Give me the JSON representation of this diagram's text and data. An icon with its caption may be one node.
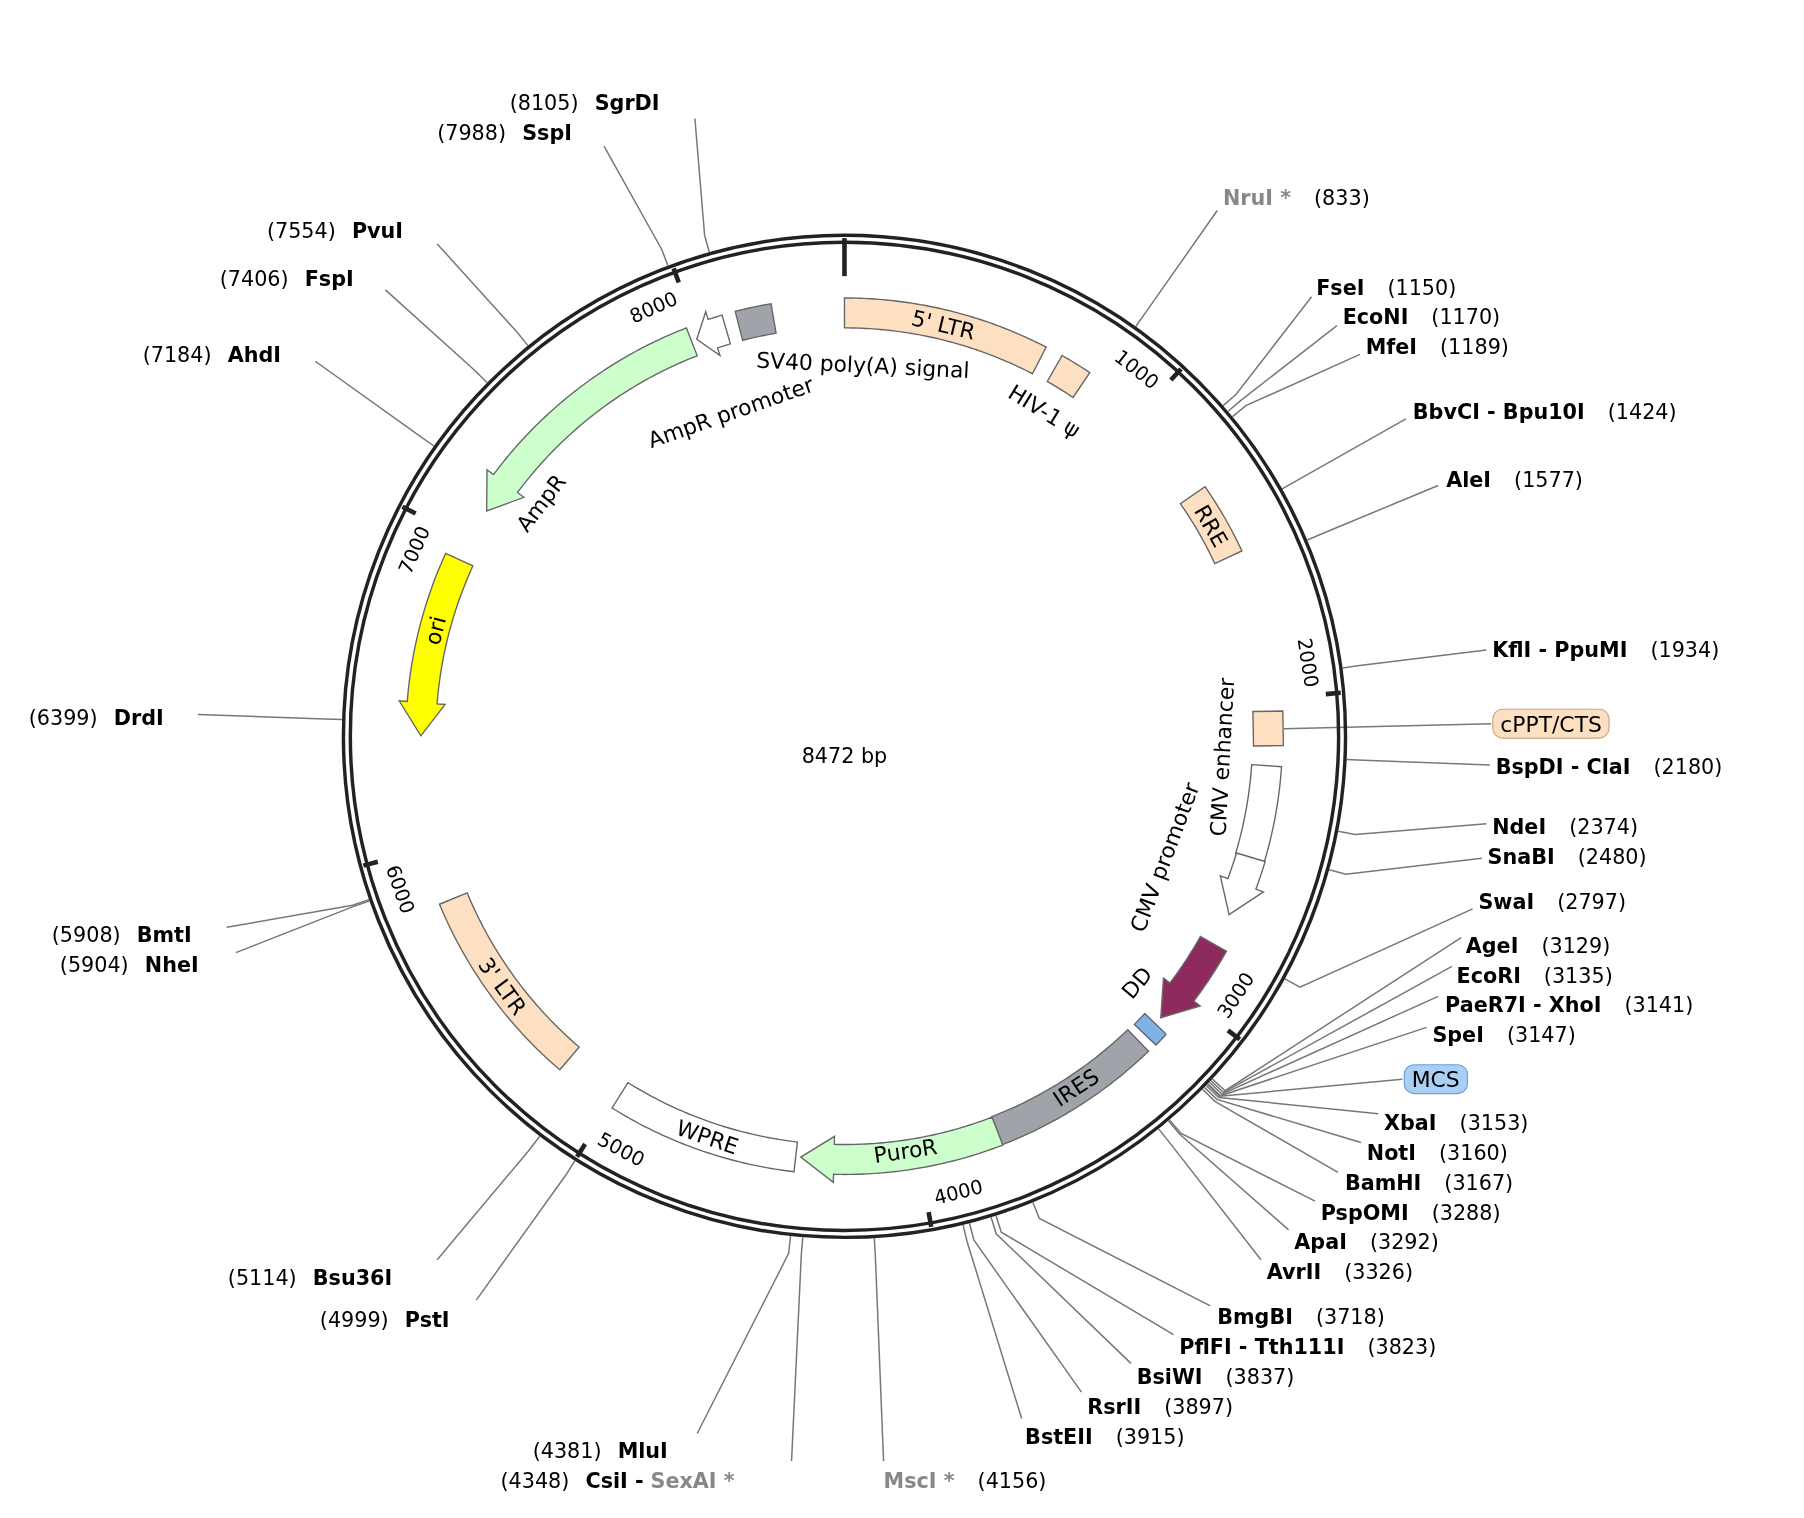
{
  "diagram": {
    "nodes": [
      {
        "text": [
          "8472 bp"
        ]
      },
      {
        "text": [
          "5' LTR"
        ],
        "in": 0
      },
      {
        "text": [
          "HIV-1 ψ"
        ],
        "in": 0
      },
      {
        "text": [
          "RRE"
        ],
        "in": 0
      },
      {
        "text": [],
        "shape": "box",
        "in": 0
      },
      {
        "text": [
          "cPPT/CTS"
        ]
      },
      {
        "text": [
          "CMV enhancer"
        ],
        "in": 0
      },
      {
        "text": [
          "CMV promoter"
        ],
        "in": 0
      },
      {
        "text": [
          "DD"
        ],
        "in": 0
      },
      {
        "text": [],
        "shape": "box",
        "in": 0
      },
      {
        "text": [
          "MCS"
        ]
      },
      {
        "text": [
          "IRES"
        ],
        "in": 0
      },
      {
        "text": [
          "PuroR"
        ],
        "in": 0
      },
      {
        "text": [
          "WPRE"
        ],
        "in": 0
      },
      {
        "text": [
          "3' LTR"
        ],
        "in": 0
      },
      {
        "text": [
          "ori"
        ],
        "in": 0
      },
      {
        "text": [
          "AmpR"
        ],
        "in": 0
      },
      {
        "text": [
          "AmpR promoter"
        ],
        "in": 0
      },
      {
        "text": [
          "SV40 poly(A) signal"
        ],
        "in": 0
      },
      {
        "text": [
          "NruI *",
          "(833)"
        ]
      },
      {
        "text": [
          "FseI",
          "(1150)"
        ]
      },
      {
        "text": [
          "EcoNI",
          "(1170)"
        ]
      },
      {
        "text": [
          "MfeI",
          "(1189)"
        ]
      },
      {
        "text": [
          "BbvCI - Bpu10I",
          "(1424)"
        ]
      },
      {
        "text": [
          "AleI",
          "(1577)"
        ]
      },
      {
        "text": [
          "KflI - PpuMI",
          "(1934)"
        ]
      },
      {
        "text": [
          "BspDI - ClaI",
          "(2180)"
        ]
      },
      {
        "text": [
          "NdeI",
          "(2374)"
        ]
      },
      {
        "text": [
          "SnaBI",
          "(2480)"
        ]
      },
      {
        "text": [
          "SwaI",
          "(2797)"
        ]
      },
      {
        "text": [
          "AgeI",
          "(3129)"
        ]
      },
      {
        "text": [
          "EcoRI",
          "(3135)"
        ]
      },
      {
        "text": [
          "PaeR7I - XhoI",
          "(3141)"
        ]
      },
      {
        "text": [
          "SpeI",
          "(3147)"
        ]
      },
      {
        "text": [
          "XbaI",
          "(3153)"
        ]
      },
      {
        "text": [
          "NotI",
          "(3160)"
        ]
      },
      {
        "text": [
          "BamHI",
          "(3167)"
        ]
      },
      {
        "text": [
          "PspOMI",
          "(3288)"
        ]
      },
      {
        "text": [
          "ApaI",
          "(3292)"
        ]
      },
      {
        "text": [
          "AvrII",
          "(3326)"
        ]
      },
      {
        "text": [
          "BmgBI",
          "(3718)"
        ]
      },
      {
        "text": [
          "PflFI - Tth111I",
          "(3823)"
        ]
      },
      {
        "text": [
          "BsiWI",
          "(3837)"
        ]
      },
      {
        "text": [
          "RsrII",
          "(3897)"
        ]
      },
      {
        "text": [
          "BstEII",
          "(3915)"
        ]
      },
      {
        "text": [
          "MscI *",
          "(4156)"
        ]
      },
      {
        "text": [
          "(4348)",
          "CsiI -",
          "SexAI *"
        ]
      },
      {
        "text": [
          "(4381)",
          "MluI"
        ]
      },
      {
        "text": [
          "(4999)",
          "PstI"
        ]
      },
      {
        "text": [
          "(5114)",
          "Bsu36I"
        ]
      },
      {
        "text": [
          "(5904)",
          "NheI"
        ]
      },
      {
        "text": [
          "(5908)",
          "BmtI"
        ]
      },
      {
        "text": [
          "(6399)",
          "DrdI"
        ]
      },
      {
        "text": [
          "(7184)",
          "AhdI"
        ]
      },
      {
        "text": [
          "(7406)",
          "FspI"
        ]
      },
      {
        "text": [
          "(7554)",
          "PvuI"
        ]
      },
      {
        "text": [
          "(7988)",
          "SspI"
        ]
      },
      {
        "text": [
          "(8105)",
          "SgrDI"
        ]
      }
    ],
    "edges": [
      {
        "from": 5,
        "to": 4,
        "arrow": "none"
      },
      {
        "from": 10,
        "to": 0,
        "arrow": "none"
      },
      {
        "from": 19,
        "to": 0,
        "arrow": "none"
      },
      {
        "from": 20,
        "to": 0,
        "arrow": "none"
      },
      {
        "from": 21,
        "to": 0,
        "arrow": "none"
      },
      {
        "from": 22,
        "to": 0,
        "arrow": "none"
      },
      {
        "from": 23,
        "to": 0,
        "arrow": "none"
      },
      {
        "from": 24,
        "to": 0,
        "arrow": "none"
      },
      {
        "from": 25,
        "to": 0,
        "arrow": "none"
      },
      {
        "from": 26,
        "to": 0,
        "arrow": "none"
      },
      {
        "from": 27,
        "to": 0,
        "arrow": "none"
      },
      {
        "from": 28,
        "to": 0,
        "arrow": "none"
      },
      {
        "from": 29,
        "to": 0,
        "arrow": "none"
      },
      {
        "from": 30,
        "to": 0,
        "arrow": "none"
      },
      {
        "from": 31,
        "to": 0,
        "arrow": "none"
      },
      {
        "from": 32,
        "to": 0,
        "arrow": "none"
      },
      {
        "from": 33,
        "to": 0,
        "arrow": "none"
      },
      {
        "from": 34,
        "to": 0,
        "arrow": "none"
      },
      {
        "from": 35,
        "to": 0,
        "arrow": "none"
      },
      {
        "from": 36,
        "to": 0,
        "arrow": "none"
      },
      {
        "from": 37,
        "to": 0,
        "arrow": "none"
      },
      {
        "from": 38,
        "to": 0,
        "arrow": "none"
      },
      {
        "from": 39,
        "to": 0,
        "arrow": "none"
      },
      {
        "from": 40,
        "to": 0,
        "arrow": "none"
      },
      {
        "from": 41,
        "to": 0,
        "arrow": "none"
      },
      {
        "from": 42,
        "to": 0,
        "arrow": "none"
      },
      {
        "from": 43,
        "to": 0,
        "arrow": "none"
      },
      {
        "from": 44,
        "to": 0,
        "arrow": "none"
      },
      {
        "from": 45,
        "to": 0,
        "arrow": "none"
      },
      {
        "from": 46,
        "to": 0,
        "arrow": "none"
      },
      {
        "from": 47,
        "to": 0,
        "arrow": "none"
      },
      {
        "from": 48,
        "to": 0,
        "arrow": "none"
      },
      {
        "from": 49,
        "to": 0,
        "arrow": "none"
      },
      {
        "from": 50,
        "to": 0,
        "arrow": "none"
      },
      {
        "from": 51,
        "to": 0,
        "arrow": "none"
      },
      {
        "from": 52,
        "to": 0,
        "arrow": "none"
      },
      {
        "from": 53,
        "to": 0,
        "arrow": "none"
      },
      {
        "from": 54,
        "to": 0,
        "arrow": "none"
      },
      {
        "from": 55,
        "to": 0,
        "arrow": "none"
      },
      {
        "from": 56,
        "to": 0,
        "arrow": "none"
      },
      {
        "from": 57,
        "to": 0,
        "arrow": "none"
      }
    ],
    "labels": [
      "1000",
      "2000",
      "3000",
      "4000",
      "5000",
      "6000",
      "7000",
      "8000"
    ]
  }
}
